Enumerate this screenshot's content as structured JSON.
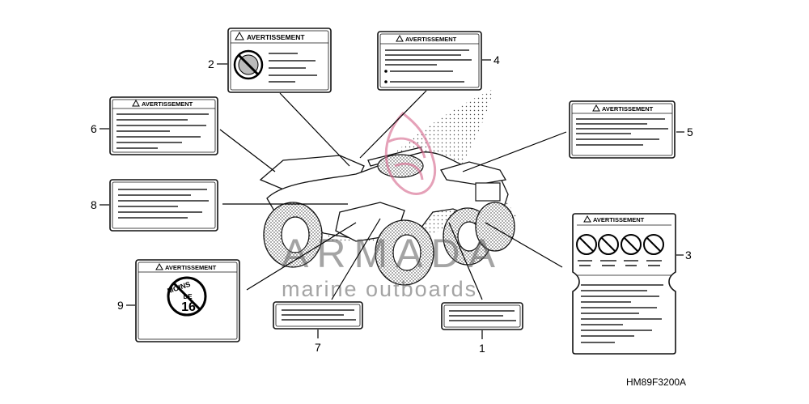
{
  "diagram": {
    "callouts": [
      "1",
      "2",
      "3",
      "4",
      "5",
      "6",
      "7",
      "8",
      "9"
    ],
    "warning_heading": "AVERTISSEMENT",
    "age_label": {
      "line1": "MOINS",
      "line2": "DE",
      "line3": "16"
    },
    "reference_code": "HM89F3200A"
  },
  "watermark": {
    "brand": "ARMADA",
    "tagline": "marine outboards",
    "logo_color": "#d4648a"
  }
}
